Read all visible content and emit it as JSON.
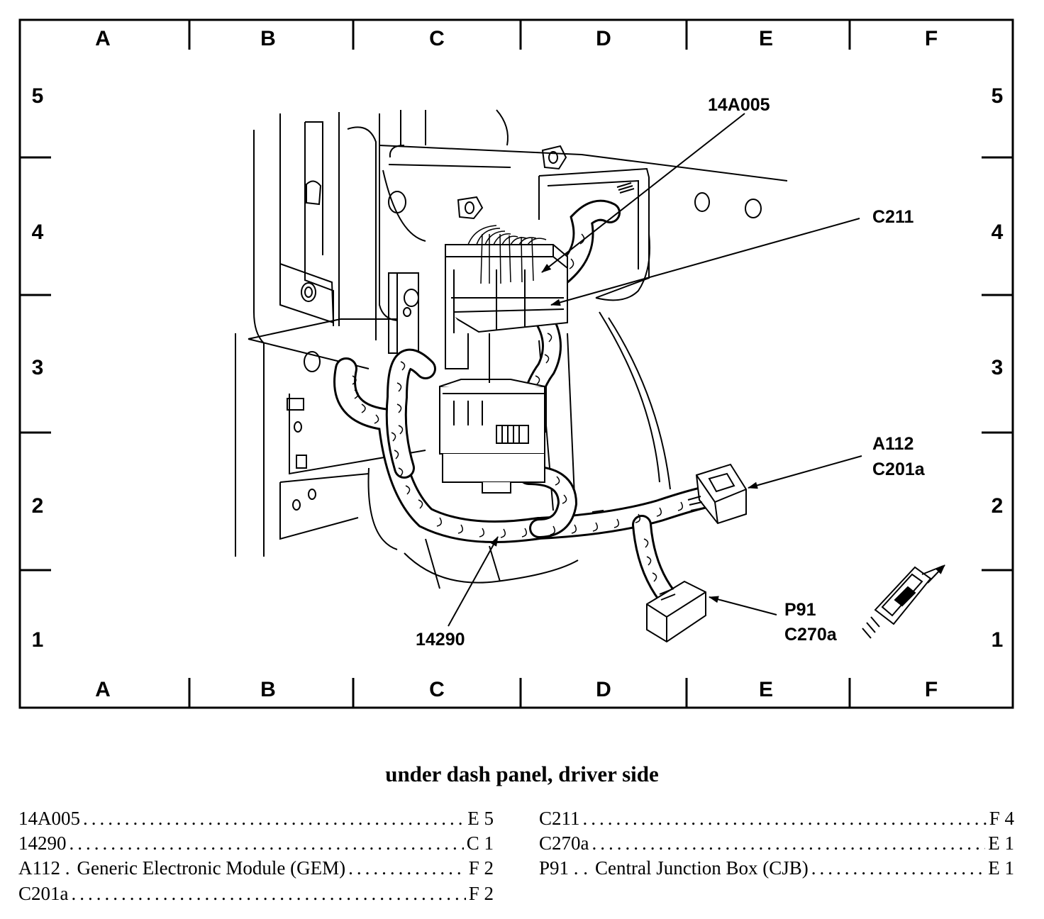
{
  "grid": {
    "columns": [
      "A",
      "B",
      "C",
      "D",
      "E",
      "F"
    ],
    "rows": [
      "5",
      "4",
      "3",
      "2",
      "1"
    ]
  },
  "callouts": {
    "c14a005": "14A005",
    "c211": "C211",
    "a112": "A112",
    "c201a": "C201a",
    "p91": "P91",
    "c270a": "C270a",
    "c14290": "14290"
  },
  "caption": "under dash panel, driver side",
  "index": [
    {
      "id": "14A005",
      "desc": "",
      "loc": "E 5"
    },
    {
      "id": "14290",
      "desc": "",
      "loc": "C 1"
    },
    {
      "id": "A112 .",
      "desc": "Generic Electronic Module (GEM)",
      "loc": "F 2"
    },
    {
      "id": "C201a",
      "desc": "",
      "loc": "F 2"
    },
    {
      "id": "C211",
      "desc": "",
      "loc": "F 4"
    },
    {
      "id": "C270a",
      "desc": "",
      "loc": "E 1"
    },
    {
      "id": "P91 . .",
      "desc": "Central Junction Box (CJB)",
      "loc": "E 1"
    }
  ]
}
